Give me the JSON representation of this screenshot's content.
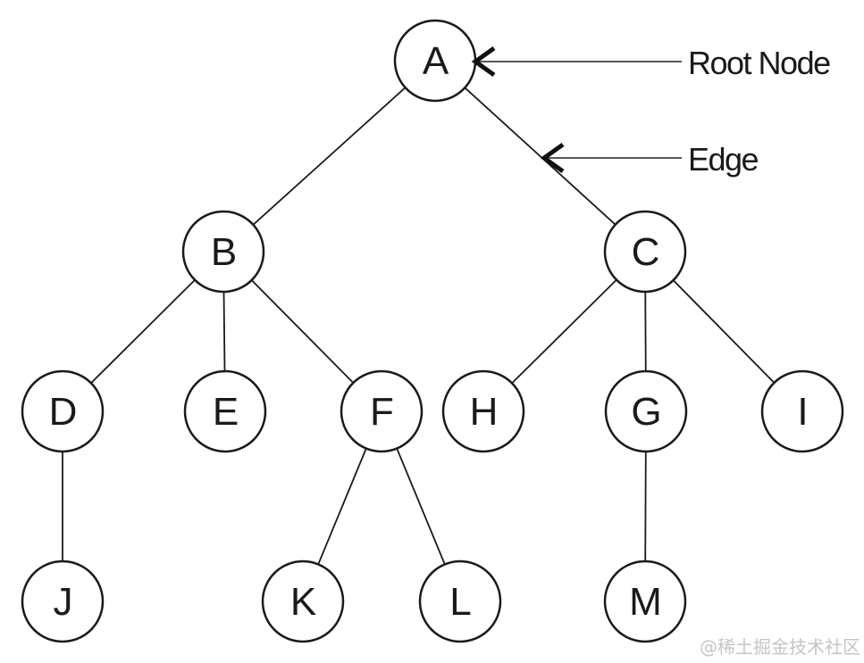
{
  "diagram": {
    "type": "tree",
    "colors": {
      "background": "#ffffff",
      "line": "#1a1a1a",
      "text": "#1a1a1a",
      "watermark": "#c5c5c5"
    },
    "nodes": {
      "A": {
        "label": "A"
      },
      "B": {
        "label": "B"
      },
      "C": {
        "label": "C"
      },
      "D": {
        "label": "D"
      },
      "E": {
        "label": "E"
      },
      "F": {
        "label": "F"
      },
      "H": {
        "label": "H"
      },
      "G": {
        "label": "G"
      },
      "I": {
        "label": "I"
      },
      "J": {
        "label": "J"
      },
      "K": {
        "label": "K"
      },
      "L": {
        "label": "L"
      },
      "M": {
        "label": "M"
      }
    },
    "edges": [
      {
        "from": "A",
        "to": "B"
      },
      {
        "from": "A",
        "to": "C"
      },
      {
        "from": "B",
        "to": "D"
      },
      {
        "from": "B",
        "to": "E"
      },
      {
        "from": "B",
        "to": "F"
      },
      {
        "from": "C",
        "to": "H"
      },
      {
        "from": "C",
        "to": "G"
      },
      {
        "from": "C",
        "to": "I"
      },
      {
        "from": "D",
        "to": "J"
      },
      {
        "from": "F",
        "to": "K"
      },
      {
        "from": "F",
        "to": "L"
      },
      {
        "from": "G",
        "to": "M"
      }
    ],
    "annotations": {
      "root_node": {
        "label": "Root Node",
        "target": "A"
      },
      "edge": {
        "label": "Edge",
        "target": "A-C"
      }
    }
  },
  "watermark": {
    "text": "@稀土掘金技术社区"
  }
}
